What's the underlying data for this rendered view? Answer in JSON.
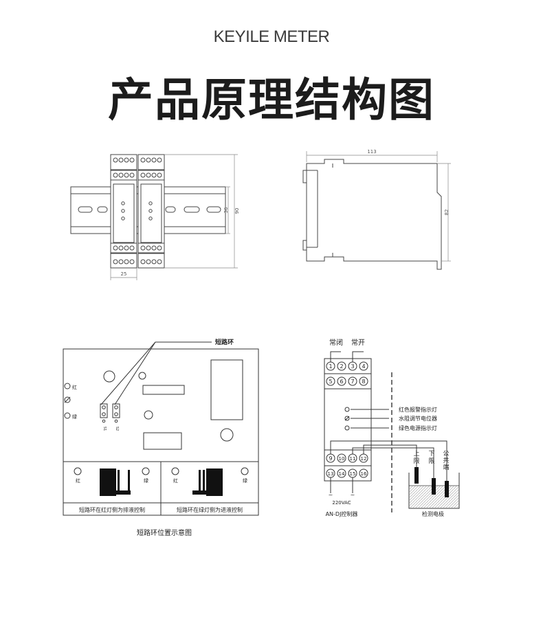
{
  "header": {
    "brand": "KEYILE METER",
    "title": "产品原理结构图"
  },
  "front_view": {
    "dim_height_inner": "36",
    "dim_height_outer": "90",
    "dim_width": "25"
  },
  "side_view": {
    "dim_length": "113",
    "dim_height": "82"
  },
  "board": {
    "short_ring_label": "短路环",
    "red_label": "红",
    "green_label": "绿",
    "jumper_s1": "S1",
    "jumper_s2": "S2",
    "caption_left": "短路环在红灯侧为排液控制",
    "caption_right": "短路环在绿灯侧为进液控制",
    "red_label_left": "红",
    "green_label_left": "绿",
    "red_label_right": "红",
    "green_label_right": "绿",
    "figure_caption": "短路环位置示意图"
  },
  "wiring": {
    "normally_closed": "常闭",
    "normally_open": "常开",
    "terminals_top": [
      "1",
      "2",
      "3",
      "4"
    ],
    "terminals_second": [
      "5",
      "6",
      "7",
      "8"
    ],
    "terminals_third": [
      "9",
      "10",
      "11",
      "12"
    ],
    "terminals_bottom": [
      "13",
      "14",
      "15",
      "16"
    ],
    "red_alarm_led": "红色报警指示灯",
    "resistance_pot": "水阻调节电位器",
    "green_power_led": "绿色电源指示灯",
    "upper_limit": "上限",
    "lower_limit": "下限",
    "common": "公共端",
    "supply": "220VAC",
    "ac_symbol": "~",
    "controller_name": "AN-DJ控制器",
    "electrode_name": "检测电极"
  }
}
